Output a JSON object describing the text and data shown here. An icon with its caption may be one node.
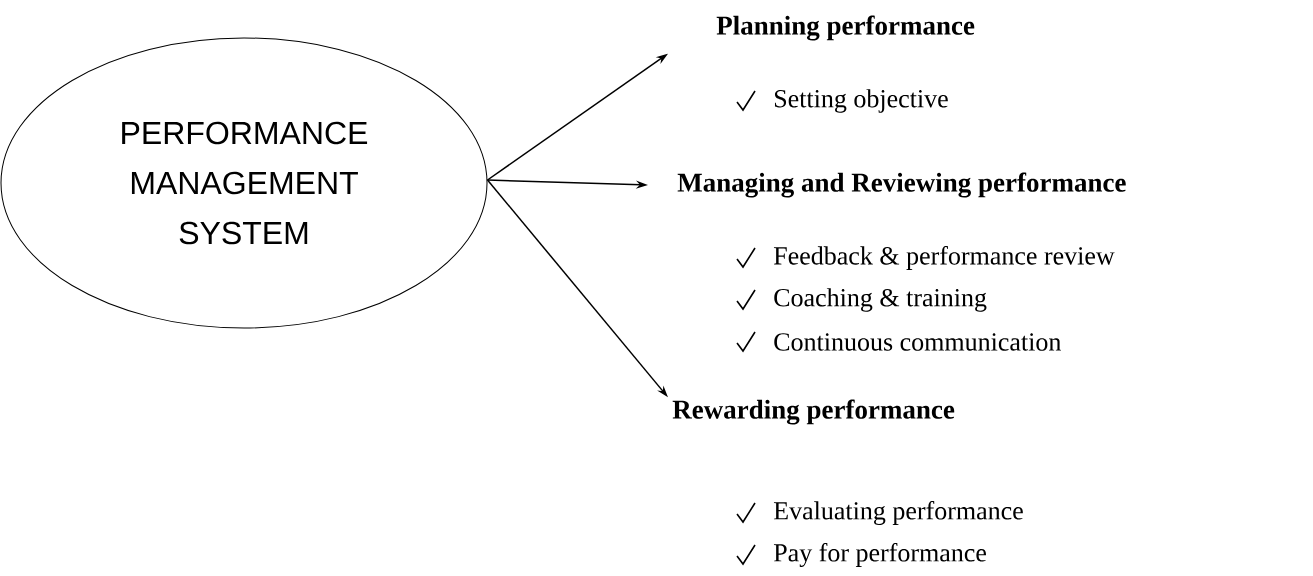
{
  "diagram": {
    "nodes": [
      {
        "text": [
          "PERFORMANCE MANAGEMENT SYSTEM"
        ]
      },
      {
        "text": [
          "Planning performance"
        ]
      },
      {
        "text": [
          "Managing and Reviewing performance"
        ]
      },
      {
        "text": [
          "Rewarding performance"
        ]
      }
    ],
    "edges": [
      {
        "from": 0,
        "to": 1,
        "arrow": "to"
      },
      {
        "from": 0,
        "to": 2,
        "arrow": "to"
      },
      {
        "from": 0,
        "to": 3,
        "arrow": "to"
      }
    ],
    "labels": [
      "Setting objective",
      "Feedback & performance review",
      "Coaching & training",
      "Continuous communication",
      "Evaluating performance",
      "Pay for performance"
    ]
  }
}
